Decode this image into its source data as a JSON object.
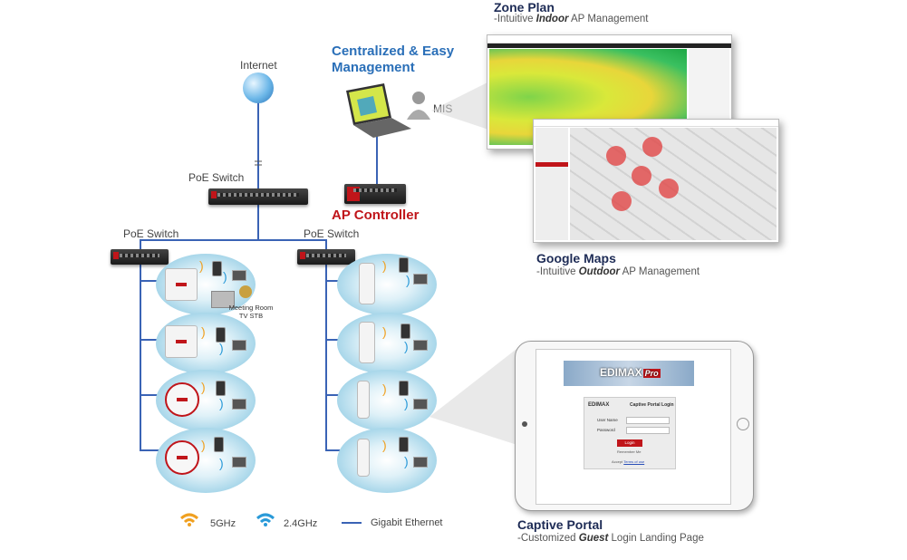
{
  "internet": {
    "label": "Internet"
  },
  "management": {
    "title_line1": "Centralized & Easy",
    "title_line2": "Management",
    "mis_label": "MIS"
  },
  "core_switch": {
    "label": "PoE Switch"
  },
  "ap_controller": {
    "label": "AP Controller"
  },
  "left_switch": {
    "label": "PoE Switch"
  },
  "right_switch": {
    "label": "PoE Switch"
  },
  "meeting_room": {
    "line1": "Meeting Room",
    "line2": "TV STB"
  },
  "zone_plan": {
    "title": "Zone Plan",
    "sub_prefix": "-Intuitive ",
    "sub_em": "Indoor",
    "sub_suffix": " AP Management"
  },
  "google_maps": {
    "title": "Google Maps",
    "sub_prefix": "-Intuitive ",
    "sub_em": "Outdoor",
    "sub_suffix": " AP Management"
  },
  "captive_portal": {
    "title": "Captive Portal",
    "sub_prefix": "-Customized ",
    "sub_em": "Guest",
    "sub_suffix": " Login Landing Page",
    "brand": "EDIMAX",
    "brand_pro": "Pro",
    "login_title": "Captive Portal Login",
    "user_label": "User Name",
    "pass_label": "Password",
    "login_button": "Login",
    "remember": "Remember Me",
    "accept_prefix": "Accept ",
    "accept_link": "Terms of use"
  },
  "legend": {
    "g5": "5GHz",
    "g24": "2.4GHz",
    "eth": "Gigabit Ethernet"
  },
  "colors": {
    "ghz5": "#f0a020",
    "ghz24": "#2a9ad8",
    "ethernet": "#3a63b5",
    "brand_red": "#c0151a"
  }
}
